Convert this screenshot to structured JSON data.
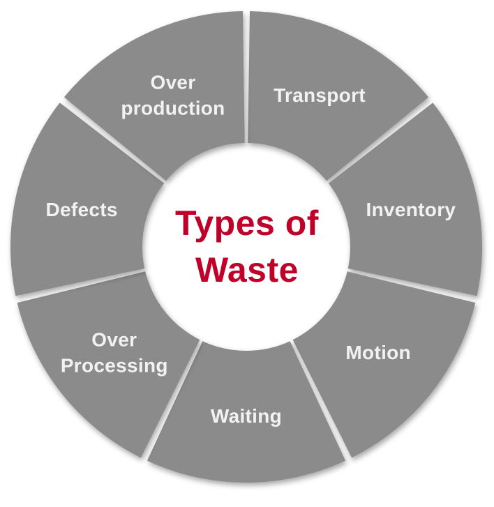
{
  "diagram": {
    "type": "donut-diagram",
    "center": {
      "line1": "Types of",
      "line2": "Waste"
    },
    "segments": [
      {
        "id": "transport",
        "label_lines": [
          "Transport"
        ]
      },
      {
        "id": "inventory",
        "label_lines": [
          "Inventory"
        ]
      },
      {
        "id": "motion",
        "label_lines": [
          "Motion"
        ]
      },
      {
        "id": "waiting",
        "label_lines": [
          "Waiting"
        ]
      },
      {
        "id": "over-processing",
        "label_lines": [
          "Over",
          "Processing"
        ]
      },
      {
        "id": "defects",
        "label_lines": [
          "Defects"
        ]
      },
      {
        "id": "over-production",
        "label_lines": [
          "Over",
          "production"
        ]
      }
    ],
    "colors": {
      "segment_fill": "#8b8b8b",
      "label_text": "#f2f2f2",
      "center_text": "#c00028",
      "background": "#ffffff"
    }
  }
}
